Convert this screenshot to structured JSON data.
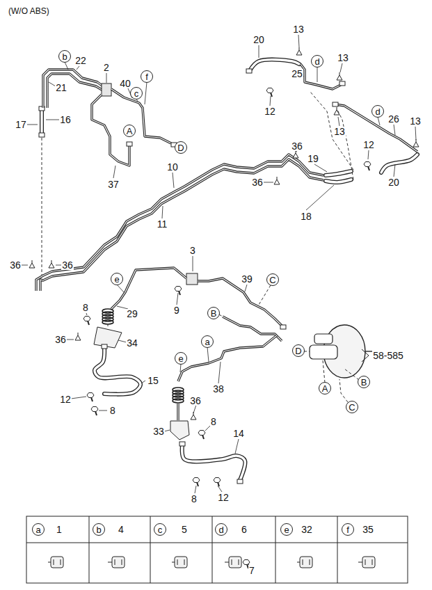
{
  "diagram": {
    "title": "(W/O ABS)",
    "nodes": [
      {
        "text": [
          "b"
        ]
      },
      {
        "text": [
          "c"
        ]
      },
      {
        "text": [
          "f"
        ]
      },
      {
        "text": [
          "A"
        ]
      },
      {
        "text": [
          "D"
        ]
      },
      {
        "text": [
          "d"
        ]
      },
      {
        "text": [
          "d"
        ]
      },
      {
        "text": [
          "e"
        ]
      },
      {
        "text": [
          "C"
        ]
      },
      {
        "text": [
          "B"
        ]
      },
      {
        "text": [
          "a"
        ]
      },
      {
        "text": [
          "e"
        ]
      },
      {
        "text": [
          "D"
        ]
      },
      {
        "text": [
          "A"
        ]
      },
      {
        "text": [
          "B"
        ]
      },
      {
        "text": [
          "C"
        ]
      },
      {
        "text": [
          "a"
        ]
      },
      {
        "text": [
          "b"
        ]
      },
      {
        "text": [
          "c"
        ]
      },
      {
        "text": [
          "d"
        ]
      },
      {
        "text": [
          "e"
        ]
      },
      {
        "text": [
          "f"
        ]
      }
    ],
    "labels": [
      "13",
      "20",
      "22",
      "2",
      "40",
      "13",
      "25",
      "21",
      "16",
      "17",
      "12",
      "13",
      "26",
      "13",
      "12",
      "10",
      "36",
      "19",
      "37",
      "36",
      "20",
      "18",
      "11",
      "3",
      "36",
      "36",
      "39",
      "8",
      "9",
      "29",
      "36",
      "34",
      "58-585",
      "15",
      "38",
      "12",
      "36",
      "8",
      "8",
      "33",
      "14",
      "12",
      "8",
      "1",
      "4",
      "5",
      "6",
      "32",
      "35",
      "7"
    ]
  }
}
